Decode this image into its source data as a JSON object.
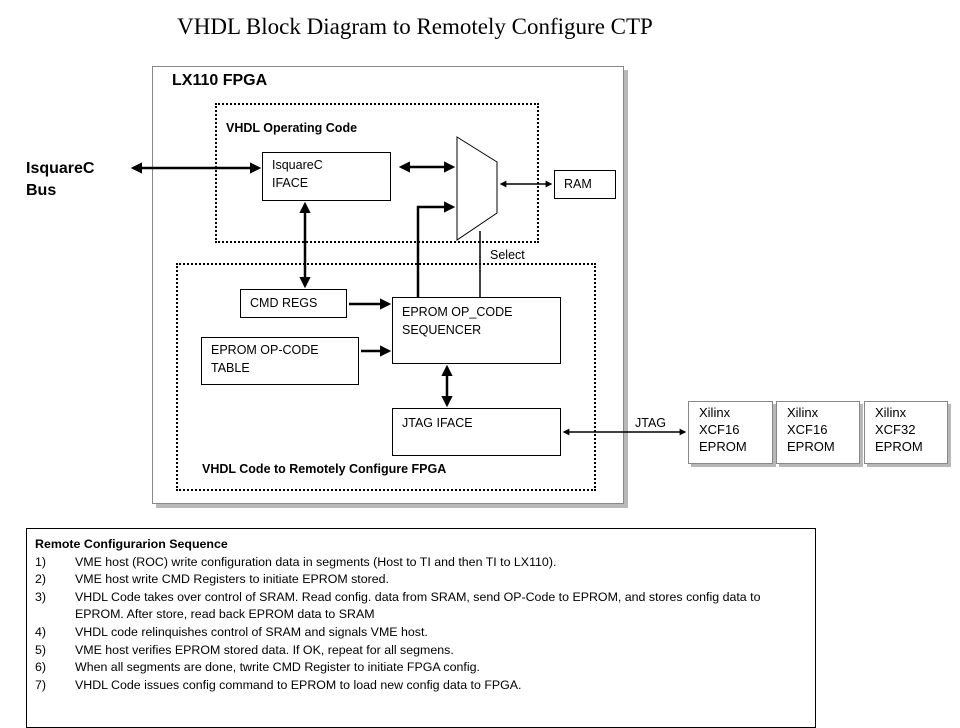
{
  "title": "VHDL Block Diagram to Remotely Configure CTP",
  "fpga": {
    "label": "LX110 FPGA"
  },
  "regions": {
    "operating_code": "VHDL Operating Code",
    "remote_config": "VHDL Code to Remotely Configure FPGA"
  },
  "external_bus": "IsquareC\nBus",
  "blocks": {
    "i2c_iface": "IsquareC\nIFACE",
    "ram": "RAM",
    "cmd_regs": "CMD REGS",
    "eprom_table": "EPROM OP-CODE\nTABLE",
    "sequencer": "EPROM OP_CODE\nSEQUENCER",
    "jtag_iface": "JTAG IFACE"
  },
  "labels": {
    "select": "Select",
    "jtag": "JTAG"
  },
  "eproms": [
    "Xilinx\nXCF16\nEPROM",
    "Xilinx\nXCF16\nEPROM",
    "Xilinx\nXCF32\nEPROM"
  ],
  "sequence": {
    "title": "Remote Configurarion Sequence",
    "steps": [
      {
        "num": "1)",
        "text": "VME host (ROC) write configuration data in segments  (Host to TI and then TI to LX110)."
      },
      {
        "num": "2)",
        "text": "VME host write CMD Registers to initiate EPROM stored."
      },
      {
        "num": "3)",
        "text": "VHDL Code takes over control of SRAM. Read config. data from SRAM, send OP-Code to EPROM, and stores config data to EPROM. After store,  read back EPROM data to SRAM"
      },
      {
        "num": "4)",
        "text": "VHDL code relinquishes control of SRAM and signals VME host."
      },
      {
        "num": "5)",
        "text": "VME host verifies EPROM stored data. If OK, repeat for all segmens."
      },
      {
        "num": "6)",
        "text": "When all segments are done, twrite CMD Register to initiate FPGA config."
      },
      {
        "num": "7)",
        "text": "VHDL Code issues config command to EPROM to load new config data to FPGA."
      }
    ]
  }
}
